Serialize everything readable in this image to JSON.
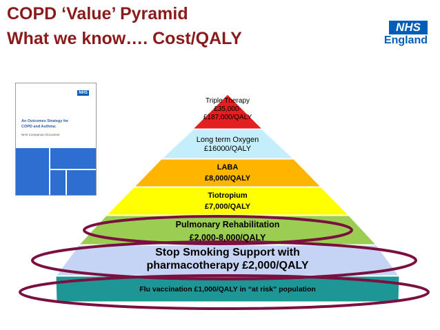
{
  "title": {
    "line1": "COPD ‘Value’ Pyramid",
    "line2": "What we know…. Cost/QALY"
  },
  "logo": {
    "badge": "NHS",
    "org": "England"
  },
  "document_thumbnail": {
    "badge": "NHS",
    "title_line1": "An Outcomes Strategy for",
    "title_line2": "COPD and Asthma:",
    "subtitle": "NHS Companion Document"
  },
  "pyramid": {
    "tiers": [
      {
        "line1": "Triple Therapy",
        "line2": "£35,000-",
        "line3": "£187,000/QALY",
        "color": "#e41f1f"
      },
      {
        "line1": "Long term Oxygen",
        "line2": "£16000/QALY",
        "color": "#c4eefa"
      },
      {
        "line1": "LABA",
        "line2": "£8,000/QALY",
        "color": "#ffb400"
      },
      {
        "line1": "Tiotropium",
        "line2": "£7,000/QALY",
        "color": "#ffff00"
      },
      {
        "line1": "Pulmonary Rehabilitation",
        "line2": "£2,000-8,000/QALY",
        "color": "#9acd52"
      },
      {
        "line1": "Stop Smoking Support with",
        "line2": "pharmacotherapy £2,000/QALY",
        "color": "#c5d4f4"
      },
      {
        "line1": "Flu vaccination £1,000/QALY in “at risk” population",
        "color": "#1e9696"
      }
    ],
    "highlight_color": "#7a1040"
  }
}
